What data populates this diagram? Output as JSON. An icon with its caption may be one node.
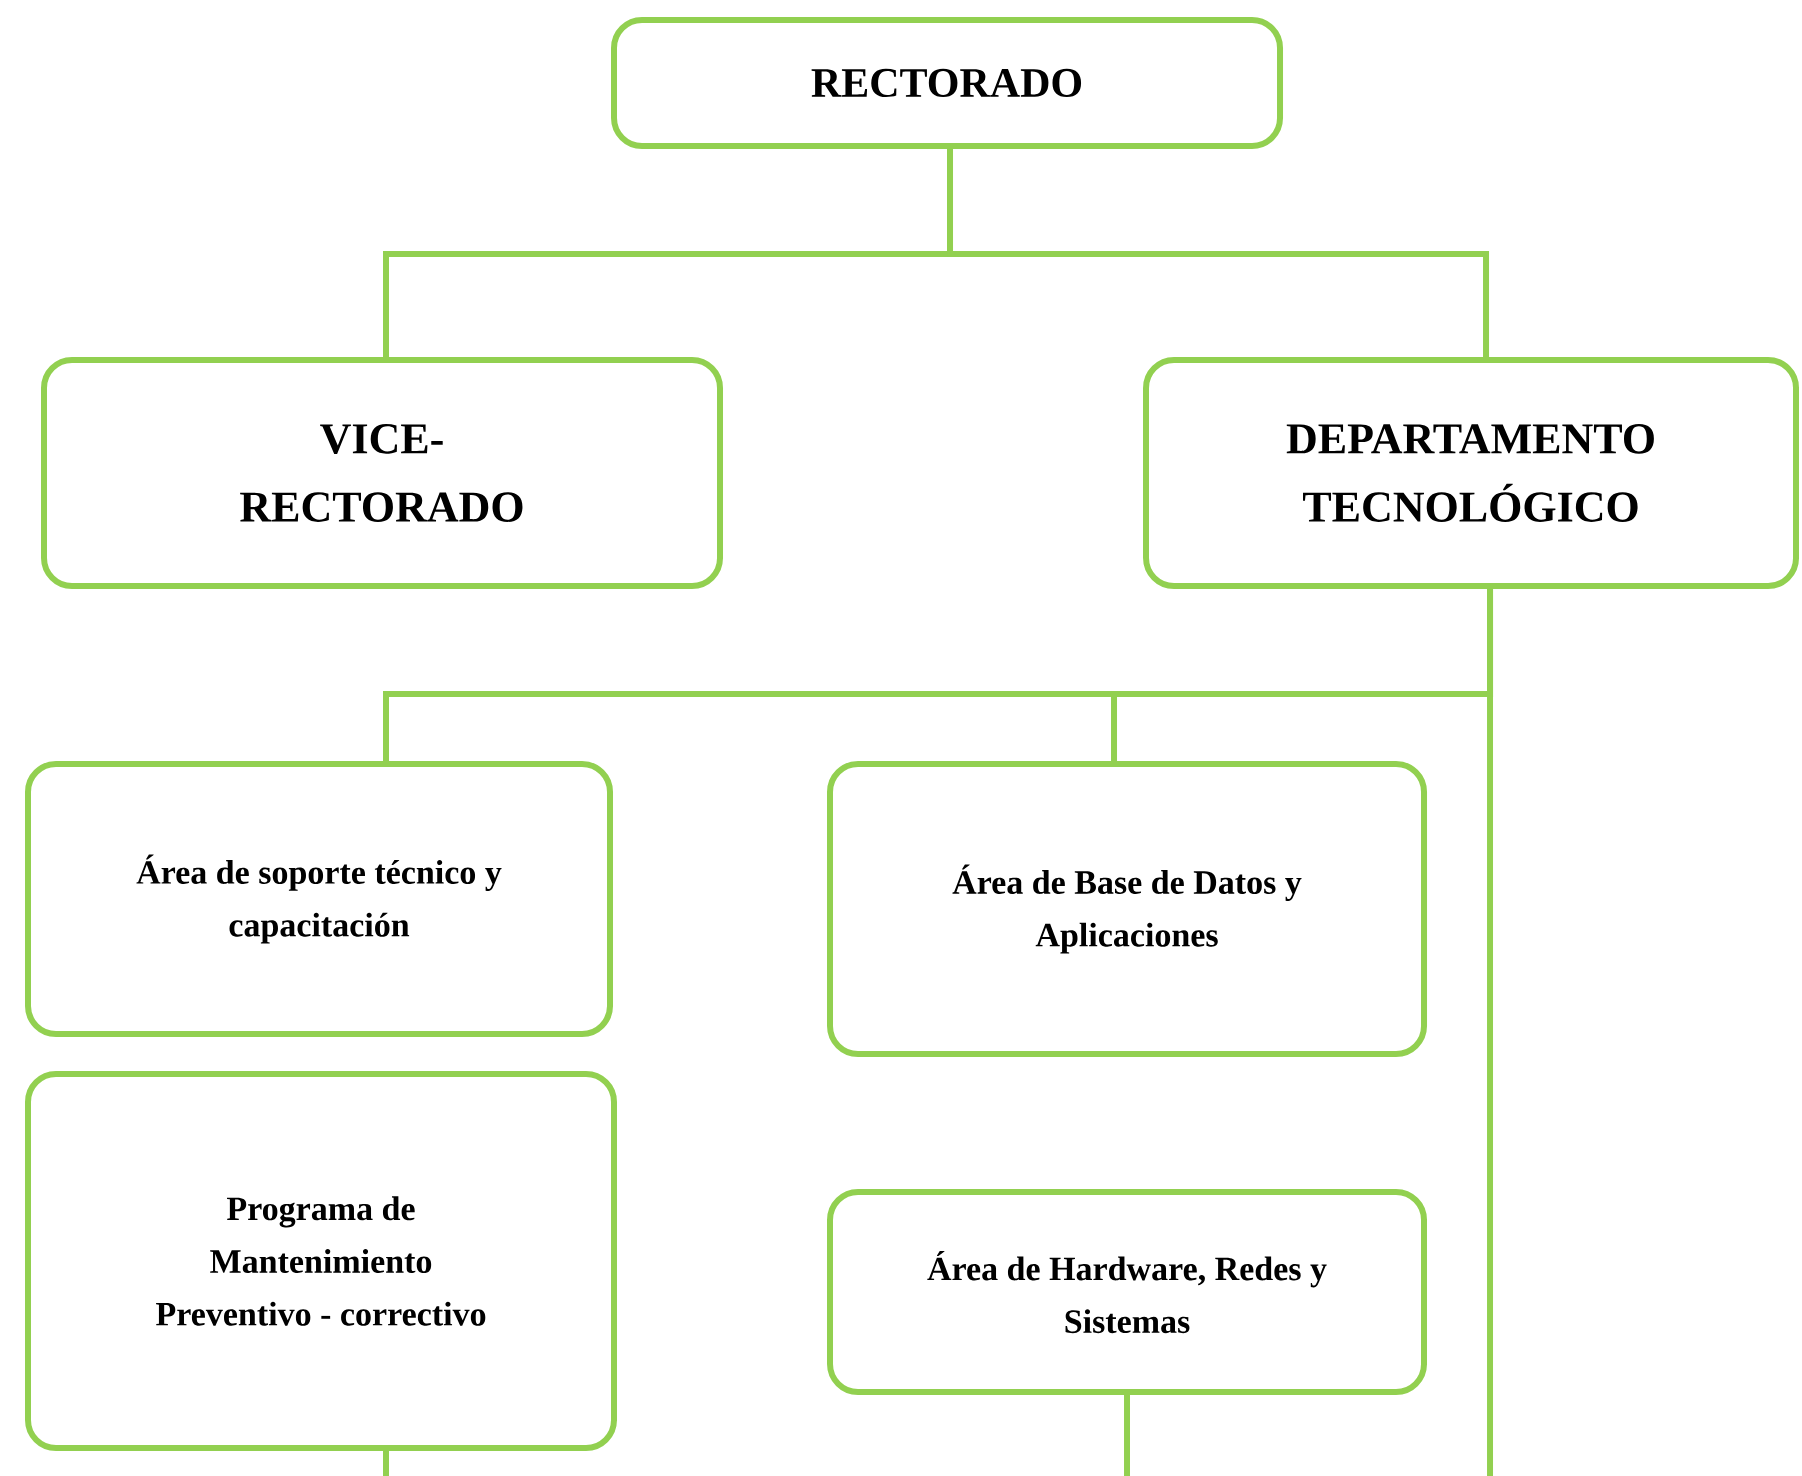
{
  "diagram": {
    "nodes": [
      {
        "text": [
          "RECTORADO"
        ]
      },
      {
        "text": [
          "VICE- RECTORADO"
        ]
      },
      {
        "text": [
          "DEPARTAMENTO TECNOLÓGICO"
        ]
      },
      {
        "text": [
          "Área de soporte técnico y capacitación"
        ]
      },
      {
        "text": [
          "Área de Base de Datos y Aplicaciones"
        ]
      },
      {
        "text": [
          "Programa de Mantenimiento Preventivo - correctivo"
        ]
      },
      {
        "text": [
          "Área de Hardware, Redes y Sistemas"
        ]
      }
    ],
    "edges": [
      {
        "from": 0,
        "to": 1,
        "arrow": "none"
      },
      {
        "from": 0,
        "to": 2,
        "arrow": "none"
      },
      {
        "from": 2,
        "to": 3,
        "arrow": "none"
      },
      {
        "from": 2,
        "to": 4,
        "arrow": "none"
      },
      {
        "from": 2,
        "to": null,
        "arrow": "none"
      },
      {
        "from": 5,
        "to": null,
        "arrow": "none"
      },
      {
        "from": 6,
        "to": null,
        "arrow": "none"
      }
    ]
  }
}
